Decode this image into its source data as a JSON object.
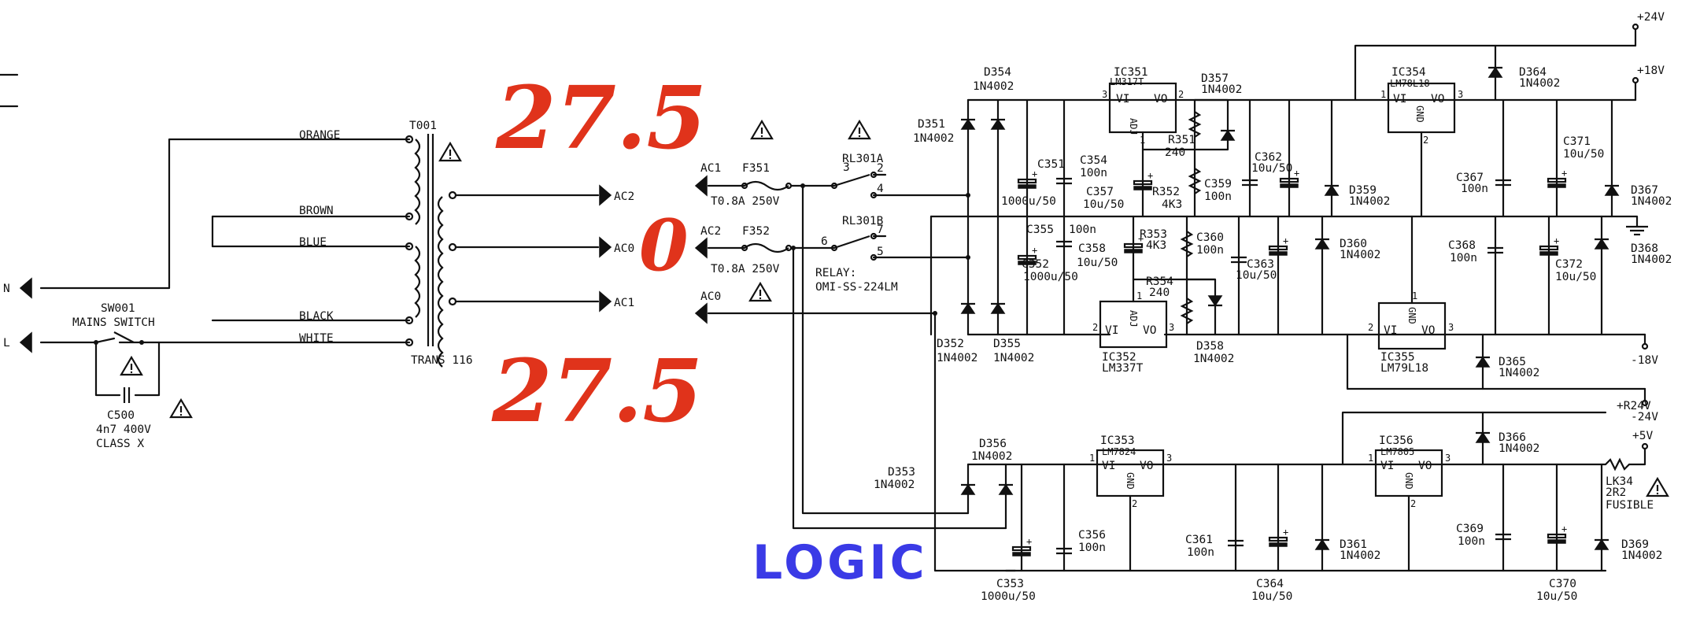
{
  "transformer": {
    "ref": "T001",
    "model": "TRANS 116",
    "wires": [
      "ORANGE",
      "BROWN",
      "BLUE",
      "BLACK",
      "WHITE"
    ]
  },
  "mains": {
    "n": "N",
    "l": "L",
    "switch_ref": "SW001",
    "switch_name": "MAINS SWITCH",
    "cap_ref": "C500",
    "cap_val": "4n7 400V",
    "cap_class": "CLASS X"
  },
  "outputs": {
    "ac2": "AC2",
    "ac0": "AC0",
    "ac1": "AC1"
  },
  "annotations": {
    "top_v": "27.5",
    "mid_v": "0",
    "bot_v": "27.5",
    "logic": "LOGIC"
  },
  "inputs": {
    "ac1": "AC1",
    "ac2": "AC2",
    "ac0": "AC0"
  },
  "fuses": [
    {
      "ref": "F351",
      "val": "T0.8A 250V"
    },
    {
      "ref": "F352",
      "val": "T0.8A 250V"
    }
  ],
  "relay": {
    "ref_a": "RL301A",
    "ref_b": "RL301B",
    "label": "RELAY:",
    "part": "OMI-SS-224LM",
    "pins": [
      "3",
      "2",
      "4",
      "6",
      "7",
      "5"
    ]
  },
  "rails": {
    "p24": "+24V",
    "p18": "+18V",
    "m18": "-18V",
    "pr24": "+R24V",
    "m24": "-24V",
    "p5": "+5V"
  },
  "ics": [
    {
      "ref": "IC351",
      "part": "LM317T",
      "vi": "VI",
      "vo": "VO",
      "adj": "ADJ",
      "p1": "1",
      "p2": "2",
      "p3": "3"
    },
    {
      "ref": "IC352",
      "part": "LM337T",
      "vi": "VI",
      "vo": "VO",
      "adj": "ADJ",
      "p1": "1",
      "p2": "2",
      "p3": "3"
    },
    {
      "ref": "IC353",
      "part": "LM7824",
      "vi": "VI",
      "vo": "VO",
      "gnd": "GND",
      "p1": "1",
      "p2": "2",
      "p3": "3"
    },
    {
      "ref": "IC354",
      "part": "LM78L18",
      "vi": "VI",
      "vo": "VO",
      "gnd": "GND",
      "p1": "1",
      "p2": "2",
      "p3": "3"
    },
    {
      "ref": "IC355",
      "part": "LM79L18",
      "vi": "VI",
      "vo": "VO",
      "gnd": "GND",
      "p1": "1",
      "p2": "2",
      "p3": "3"
    },
    {
      "ref": "IC356",
      "part": "LM7805",
      "vi": "VI",
      "vo": "VO",
      "gnd": "GND",
      "p1": "1",
      "p2": "2",
      "p3": "3"
    }
  ],
  "diodes": [
    {
      "ref": "D351",
      "val": "1N4002"
    },
    {
      "ref": "D352",
      "val": "1N4002"
    },
    {
      "ref": "D353",
      "val": "1N4002"
    },
    {
      "ref": "D354",
      "val": "1N4002"
    },
    {
      "ref": "D355",
      "val": "1N4002"
    },
    {
      "ref": "D356",
      "val": "1N4002"
    },
    {
      "ref": "D357",
      "val": "1N4002"
    },
    {
      "ref": "D358",
      "val": "1N4002"
    },
    {
      "ref": "D359",
      "val": "1N4002"
    },
    {
      "ref": "D360",
      "val": "1N4002"
    },
    {
      "ref": "D361",
      "val": "1N4002"
    },
    {
      "ref": "D364",
      "val": "1N4002"
    },
    {
      "ref": "D365",
      "val": "1N4002"
    },
    {
      "ref": "D366",
      "val": "1N4002"
    },
    {
      "ref": "D367",
      "val": "1N4002"
    },
    {
      "ref": "D368",
      "val": "1N4002"
    },
    {
      "ref": "D369",
      "val": "1N4002"
    }
  ],
  "caps": [
    {
      "ref": "C351",
      "val": "1000u/50"
    },
    {
      "ref": "C352",
      "val": "1000u/50"
    },
    {
      "ref": "C353",
      "val": "1000u/50"
    },
    {
      "ref": "C354",
      "val": "100n"
    },
    {
      "ref": "C355",
      "val": "100n"
    },
    {
      "ref": "C356",
      "val": "100n"
    },
    {
      "ref": "C357",
      "val": "10u/50"
    },
    {
      "ref": "C358",
      "val": "10u/50"
    },
    {
      "ref": "C359",
      "val": "100n"
    },
    {
      "ref": "C360",
      "val": "100n"
    },
    {
      "ref": "C361",
      "val": "100n"
    },
    {
      "ref": "C362",
      "val": "10u/50"
    },
    {
      "ref": "C363",
      "val": "10u/50"
    },
    {
      "ref": "C364",
      "val": "10u/50"
    },
    {
      "ref": "C367",
      "val": "100n"
    },
    {
      "ref": "C368",
      "val": "100n"
    },
    {
      "ref": "C369",
      "val": "100n"
    },
    {
      "ref": "C370",
      "val": "10u/50"
    },
    {
      "ref": "C371",
      "val": "10u/50"
    },
    {
      "ref": "C372",
      "val": "10u/50"
    }
  ],
  "resistors": [
    {
      "ref": "R351",
      "val": "240"
    },
    {
      "ref": "R352",
      "val": "4K3"
    },
    {
      "ref": "R353",
      "val": "4K3"
    },
    {
      "ref": "R354",
      "val": "240"
    }
  ],
  "link": {
    "ref": "LK34",
    "val": "2R2",
    "note": "FUSIBLE"
  }
}
